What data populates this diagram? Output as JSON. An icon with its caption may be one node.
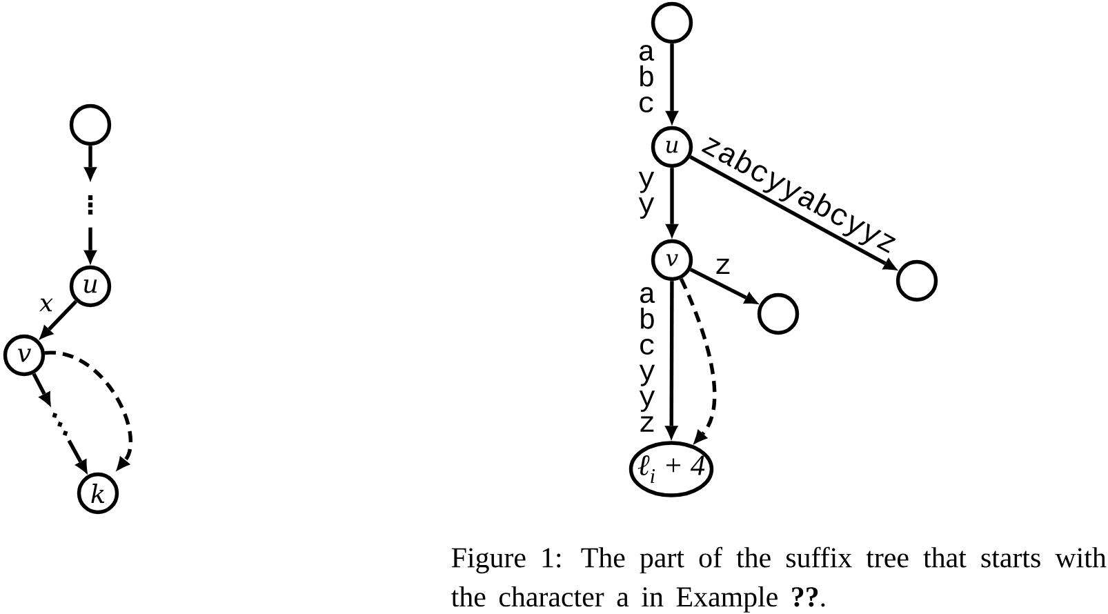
{
  "diagram": {
    "nodes": [
      {
        "text": [],
        "shape": "circle"
      },
      {
        "text": [
          "⋮"
        ]
      },
      {
        "text": [
          "u"
        ]
      },
      {
        "text": [
          "v"
        ]
      },
      {
        "text": [
          "⋱"
        ]
      },
      {
        "text": [
          "k"
        ]
      },
      {
        "text": [],
        "shape": "circle"
      },
      {
        "text": [
          "u"
        ]
      },
      {
        "text": [
          "v"
        ]
      },
      {
        "text": [],
        "shape": "circle"
      },
      {
        "text": [],
        "shape": "circle"
      },
      {
        "text": [
          "ℓ$_{i}$ + 4"
        ]
      }
    ],
    "edges": [
      {
        "from": 0,
        "to": 1,
        "arrow": "to"
      },
      {
        "from": 1,
        "to": 2,
        "arrow": "to"
      },
      {
        "from": 2,
        "to": 3,
        "arrow": "to",
        "label": "x"
      },
      {
        "from": 3,
        "to": 4,
        "arrow": "to"
      },
      {
        "from": 4,
        "to": 5,
        "arrow": "to"
      },
      {
        "from": 3,
        "to": 5,
        "arrow": "to",
        "style": "dashed"
      },
      {
        "from": 6,
        "to": 7,
        "arrow": "to",
        "label": "a b c"
      },
      {
        "from": 7,
        "to": 8,
        "arrow": "to",
        "label": "y y"
      },
      {
        "from": 7,
        "to": 9,
        "arrow": "to",
        "label": "zabcyyabcyyz"
      },
      {
        "from": 8,
        "to": 10,
        "arrow": "to",
        "label": "z"
      },
      {
        "from": 8,
        "to": 11,
        "arrow": "to",
        "label": "a b c y y z"
      },
      {
        "from": 8,
        "to": 11,
        "arrow": "to",
        "style": "dashed"
      }
    ],
    "caption": "Figure 1: The part of the suffix tree that starts with the character a in Example **??**."
  }
}
